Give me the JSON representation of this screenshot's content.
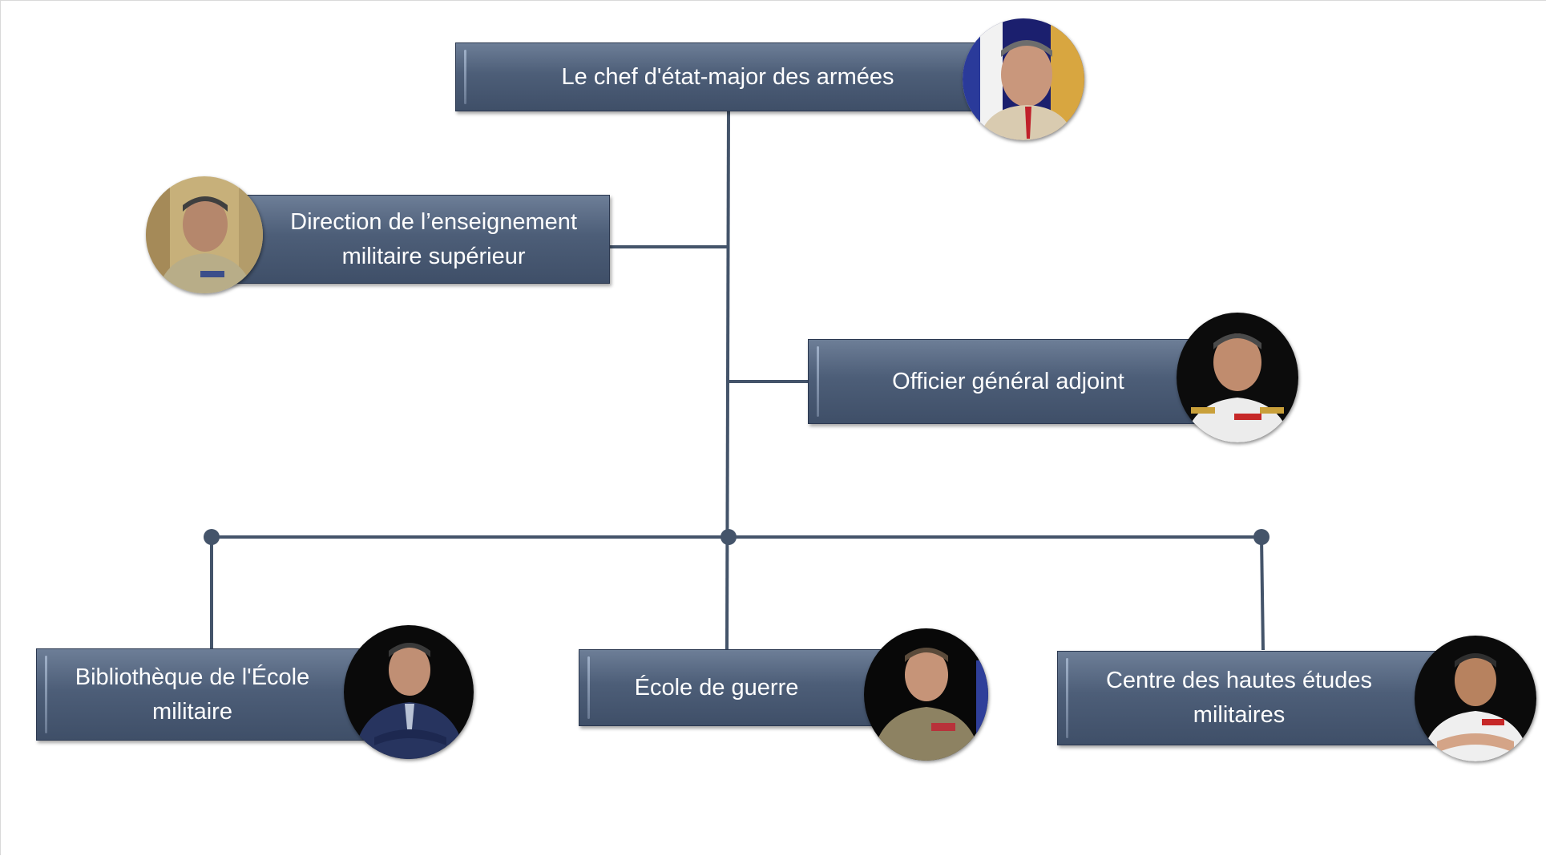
{
  "diagram": {
    "root": {
      "label": "Le chef d'état-major des armées",
      "photo": "portrait-general-flag-background"
    },
    "staff_left": {
      "label": "Direction de l’enseignement\nmilitaire supérieur",
      "photo": "portrait-general-ornate-background"
    },
    "staff_right": {
      "label": "Officier général adjoint",
      "photo": "portrait-naval-officer-white-uniform"
    },
    "children": [
      {
        "label": "Bibliothèque de l'École\nmilitaire",
        "photo": "portrait-civilian-dark-suit"
      },
      {
        "label": "École de guerre",
        "photo": "portrait-officer-khaki-uniform"
      },
      {
        "label": "Centre des hautes études\nmilitaires",
        "photo": "portrait-naval-officer-arms-crossed"
      }
    ],
    "colors": {
      "box_fill": "#4d5e78",
      "box_text": "#ffffff",
      "connector": "#44546a"
    }
  }
}
